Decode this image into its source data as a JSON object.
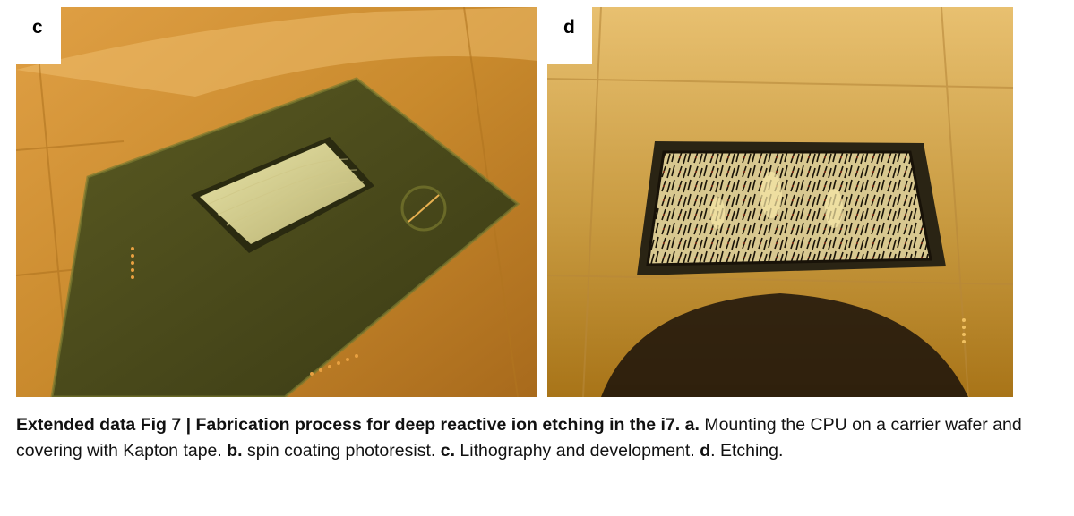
{
  "figure": {
    "panels": [
      {
        "label": "c",
        "image": "cpu-lithography-photo"
      },
      {
        "label": "d",
        "image": "cpu-etched-photo"
      }
    ],
    "caption": {
      "title": "Extended data Fig 7 | Fabrication process for deep reactive ion etching in the i7.",
      "a_label": "a.",
      "a_text": " Mounting the CPU on a carrier wafer and covering with Kapton tape. ",
      "b_label": "b.",
      "b_text": " spin coating photoresist. ",
      "c_label": "c.",
      "c_text": " Lithography and development. ",
      "d_label": "d",
      "d_text": ". Etching."
    }
  }
}
